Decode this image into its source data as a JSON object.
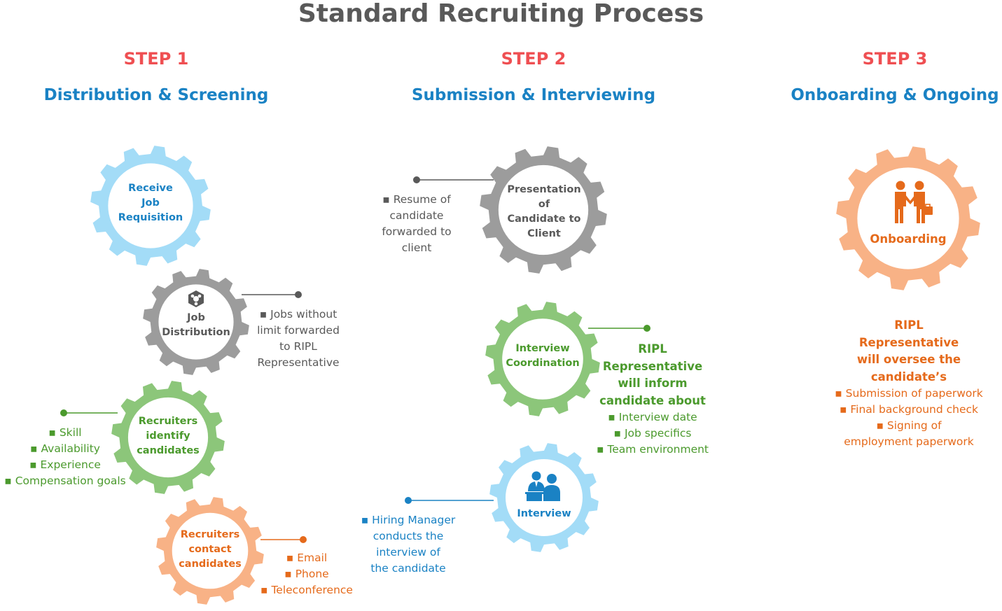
{
  "title": "Standard Recruiting Process",
  "colors": {
    "step": "#ef4f52",
    "heading": "#1a82c4",
    "gray": "#9c9c9c",
    "gray_dark": "#595959",
    "blue": "#a3dcf7",
    "blue_text": "#1a82c4",
    "green": "#8cc67a",
    "green_text": "#4b9a2d",
    "orange": "#f8b286",
    "orange_text": "#e56a1b"
  },
  "steps": [
    {
      "label": "STEP 1",
      "heading": "Distribution & Screening"
    },
    {
      "label": "STEP 2",
      "heading": "Submission & Interviewing"
    },
    {
      "label": "STEP 3",
      "heading": "Onboarding & Ongoing"
    }
  ],
  "gears": [
    {
      "id": "receive",
      "lines": [
        "Receive",
        "Job",
        "Requisition"
      ],
      "color": "blue"
    },
    {
      "id": "distribution",
      "lines": [
        "Job",
        "Distribution"
      ],
      "color": "gray",
      "icon": "distribution-icon"
    },
    {
      "id": "identify",
      "lines": [
        "Recruiters",
        "identify",
        "candidates"
      ],
      "color": "green"
    },
    {
      "id": "contact",
      "lines": [
        "Recruiters",
        "contact",
        "candidates"
      ],
      "color": "orange"
    },
    {
      "id": "presentation",
      "lines": [
        "Presentation",
        "of",
        "Candidate to",
        "Client"
      ],
      "color": "gray"
    },
    {
      "id": "coordination",
      "lines": [
        "Interview",
        "Coordination"
      ],
      "color": "green"
    },
    {
      "id": "interview",
      "lines": [
        "Interview"
      ],
      "color": "blue",
      "icon": "interview-people-icon"
    },
    {
      "id": "onboarding",
      "lines": [
        "Onboarding"
      ],
      "color": "orange",
      "icon": "handshake-icon"
    }
  ],
  "notes": {
    "distribution": [
      "▪ Jobs without",
      "limit forwarded",
      "to RIPL",
      "Representative"
    ],
    "identify": [
      "▪ Skill",
      "▪ Availability",
      "▪ Experience",
      "▪ Compensation goals"
    ],
    "contact": [
      "▪ Email",
      "▪ Phone",
      "▪ Teleconference"
    ],
    "presentation": [
      "▪ Resume of",
      "candidate",
      "forwarded to",
      "client"
    ],
    "coordination_heading": [
      "RIPL",
      "Representative",
      "will inform",
      "candidate about"
    ],
    "coordination": [
      "▪ Interview date",
      "▪ Job specifics",
      "▪ Team environment"
    ],
    "interview": [
      "▪ Hiring Manager",
      "conducts the",
      "interview of",
      "the candidate"
    ],
    "onboarding_heading": [
      "RIPL",
      "Representative",
      "will oversee the",
      "candidate’s"
    ],
    "onboarding": [
      "▪ Submission of paperwork",
      "▪ Final background check",
      "▪ Signing of",
      "employment paperwork"
    ]
  }
}
